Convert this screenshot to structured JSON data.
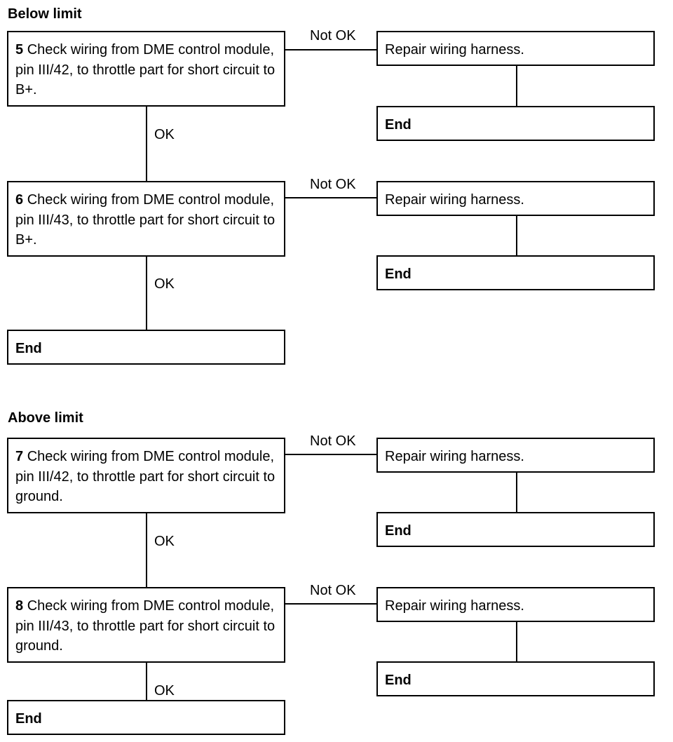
{
  "sections": [
    {
      "title": "Below limit",
      "steps": [
        {
          "number": "5",
          "text": "Check wiring from DME control module, pin III/42, to throttle part for short circuit to B+.",
          "not_ok_label": "Not OK",
          "ok_label": "OK",
          "repair_text": "Repair wiring harness.",
          "repair_end": "End"
        },
        {
          "number": "6",
          "text": "Check wiring from DME control module, pin III/43, to throttle part for short circuit to B+.",
          "not_ok_label": "Not OK",
          "ok_label": "OK",
          "repair_text": "Repair wiring harness.",
          "repair_end": "End"
        }
      ],
      "final_end": "End"
    },
    {
      "title": "Above limit",
      "steps": [
        {
          "number": "7",
          "text": "Check wiring from DME control module, pin III/42, to throttle part for short circuit to ground.",
          "not_ok_label": "Not OK",
          "ok_label": "OK",
          "repair_text": "Repair wiring harness.",
          "repair_end": "End"
        },
        {
          "number": "8",
          "text": "Check wiring from DME control module, pin III/43, to throttle part for short circuit to ground.",
          "not_ok_label": "Not OK",
          "ok_label": "OK",
          "repair_text": "Repair wiring harness.",
          "repair_end": "End"
        }
      ],
      "final_end": "End"
    }
  ]
}
